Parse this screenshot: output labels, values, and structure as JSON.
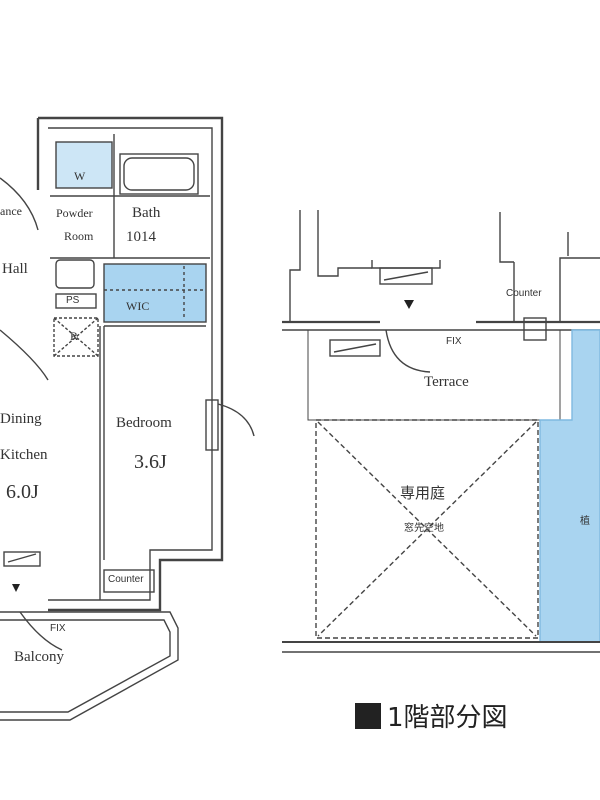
{
  "left_unit": {
    "rooms": {
      "entrance": "ance",
      "hall": "Hall",
      "wash": "W",
      "powder_room": [
        "Powder",
        "Room"
      ],
      "bath": [
        "Bath",
        "1014"
      ],
      "ps": "PS",
      "wic": "WIC",
      "refrigerator": "R",
      "dining_kitchen": [
        "Dining",
        "Kitchen",
        "6.0J"
      ],
      "bedroom": [
        "Bedroom",
        "3.6J"
      ],
      "counter": "Counter",
      "fix": "FIX",
      "balcony": "Balcony"
    }
  },
  "right_unit": {
    "rooms": {
      "counter": "Counter",
      "fix": "FIX",
      "terrace": "Terrace",
      "private_garden": "専用庭",
      "window_area": "窓先空地",
      "planting": "植"
    }
  },
  "caption": "1階部分図",
  "colors": {
    "blue_fill": "#a9d4f0",
    "light_blue_fill": "#cde6f6",
    "wall": "#444444"
  }
}
